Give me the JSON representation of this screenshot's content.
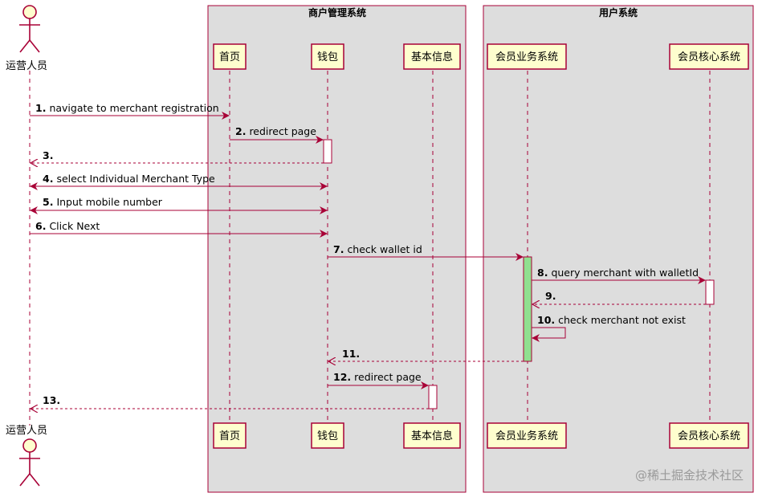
{
  "groups": [
    {
      "title": "商户管理系统"
    },
    {
      "title": "用户系统"
    }
  ],
  "participants": {
    "actor": "运营人员",
    "home": "首页",
    "wallet": "钱包",
    "basic": "基本信息",
    "member_biz": "会员业务系统",
    "member_core": "会员核心系统"
  },
  "messages": [
    {
      "num": "1.",
      "text": "navigate to merchant registration"
    },
    {
      "num": "2.",
      "text": "redirect page"
    },
    {
      "num": "3.",
      "text": ""
    },
    {
      "num": "4.",
      "text": "select Individual Merchant Type"
    },
    {
      "num": "5.",
      "text": "Input mobile number"
    },
    {
      "num": "6.",
      "text": "Click Next"
    },
    {
      "num": "7.",
      "text": "check wallet id"
    },
    {
      "num": "8.",
      "text": "query merchant with walletId"
    },
    {
      "num": "9.",
      "text": ""
    },
    {
      "num": "10.",
      "text": "check merchant not exist"
    },
    {
      "num": "11.",
      "text": ""
    },
    {
      "num": "12.",
      "text": "redirect page"
    },
    {
      "num": "13.",
      "text": ""
    }
  ],
  "watermark": "@稀土掘金技术社区",
  "colors": {
    "arrow": "#A80036",
    "participant_fill": "#FEFECE",
    "group_fill": "#DDDDDD",
    "activation_green": "#90E090"
  }
}
